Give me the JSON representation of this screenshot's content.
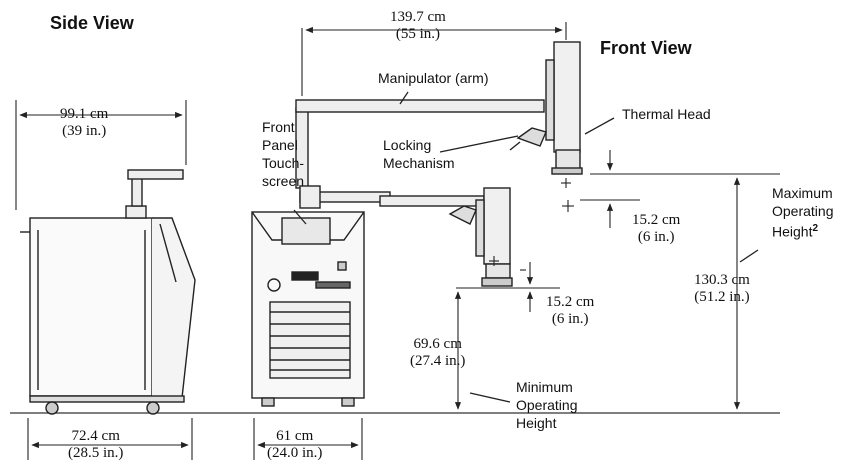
{
  "views": {
    "side": "Side View",
    "front": "Front View"
  },
  "labels": {
    "manipulator": "Manipulator (arm)",
    "thermal_head": "Thermal Head",
    "locking_mechanism": "Locking\nMechanism",
    "front_panel": "Front\nPanel\nTouch-\nscreen",
    "max_height": "Maximum\nOperating\nHeight",
    "max_height_note": "2",
    "min_height": "Minimum\nOperating\nHeight"
  },
  "dimensions": {
    "reach": {
      "metric": "139.7 cm",
      "imperial": "(55 in.)"
    },
    "side_top": {
      "metric": "99.1 cm",
      "imperial": "(39 in.)"
    },
    "side_base": {
      "metric": "72.4 cm",
      "imperial": "(28.5 in.)"
    },
    "front_base": {
      "metric": "61 cm",
      "imperial": "(24.0 in.)"
    },
    "upper_offset": {
      "metric": "15.2 cm",
      "imperial": "(6 in.)"
    },
    "lower_offset": {
      "metric": "15.2 cm",
      "imperial": "(6 in.)"
    },
    "max_height": {
      "metric": "130.3 cm",
      "imperial": "(51.2 in.)"
    },
    "min_height": {
      "metric": "69.6 cm",
      "imperial": "(27.4 in.)"
    }
  }
}
